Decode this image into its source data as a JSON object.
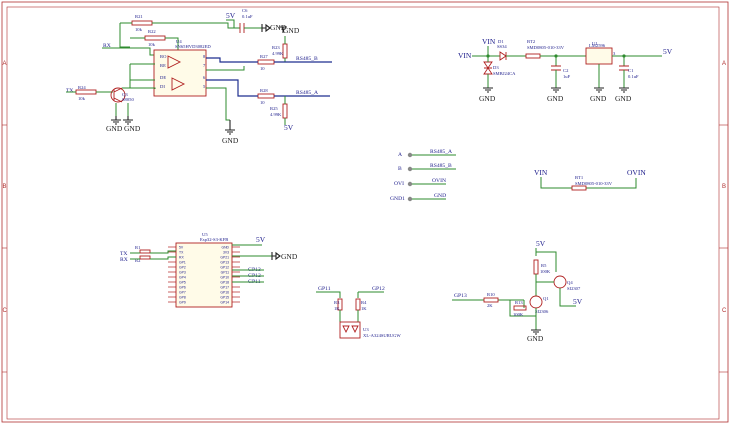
{
  "sheet": {
    "zones_left": [
      "A",
      "B",
      "C"
    ],
    "zones_right": [
      "A",
      "B",
      "C"
    ],
    "border_color": "#b03030",
    "wire_color": "#2e8b2e",
    "part_color": "#b02020",
    "text_color": "#1b1b8a"
  },
  "rs485": {
    "r21": {
      "ref": "R21",
      "val": "10k"
    },
    "r22": {
      "ref": "R22",
      "val": "10k"
    },
    "r24": {
      "ref": "R24",
      "val": "10k"
    },
    "q3": {
      "ref": "Q3",
      "val": "S8050"
    },
    "u4": {
      "ref": "U4",
      "val": "SN65HVD3082ED"
    },
    "c6": {
      "ref": "C6",
      "val": "0.1uF"
    },
    "r23": {
      "ref": "R23",
      "val": "4.99K"
    },
    "r25": {
      "ref": "R25",
      "val": "4.99K"
    },
    "r27": {
      "ref": "R27",
      "val": "10"
    },
    "r28": {
      "ref": "R28",
      "val": "10"
    },
    "rs485_b": "RS485_B",
    "rs485_a": "RS485_A",
    "rx": "RX",
    "tx": "TX",
    "v5": "5V",
    "gnd": "GND",
    "pins_left": [
      "RO",
      "RE",
      "DE",
      "DI"
    ],
    "pins_right": [
      "8",
      "7",
      "6",
      "5"
    ]
  },
  "power": {
    "vin": "VIN",
    "d1": {
      "ref": "D1",
      "val": "SS34"
    },
    "d3": {
      "ref": "D3",
      "val": "SMBJ24CA"
    },
    "bt2": {
      "ref": "BT2",
      "val": "SMD0805-010-33V"
    },
    "c2": {
      "ref": "C2",
      "val": "1uF"
    },
    "c1": {
      "ref": "C1",
      "val": "0.1uF"
    },
    "u1": {
      "ref": "U1",
      "val": "LM2596"
    },
    "u1_pin": "3",
    "v5": "5V",
    "gnd": "GND"
  },
  "connector": {
    "pins": [
      "A",
      "B",
      "OVI",
      "GND1"
    ],
    "nets": [
      "RS485_A",
      "RS485_B",
      "OVIN",
      "GND"
    ]
  },
  "fuse2": {
    "vin": "VIN",
    "bt1": {
      "ref": "BT1",
      "val": "SMD0805-010-33V"
    },
    "ovin": "OVIN"
  },
  "mcu": {
    "ref": "U5",
    "val": "Esp32-S3-KFB",
    "r1": "R1",
    "r2": "R2",
    "tx": "TX",
    "rx": "RX",
    "v5": "5V",
    "gnd": "GND",
    "gp": [
      "GP13",
      "GP12",
      "GP11"
    ],
    "left_pins": [
      "5V",
      "TX",
      "RX",
      "GP1",
      "GP2",
      "GP3",
      "GP4",
      "GP5",
      "GP6",
      "GP7",
      "GP8",
      "GP9"
    ],
    "right_pins": [
      "GND",
      "3V3",
      "GP21",
      "GP13",
      "GP12",
      "GP11",
      "GP10",
      "GP18",
      "GP17",
      "GP16",
      "GP15",
      "GP14"
    ]
  },
  "led": {
    "gp11": "GP11",
    "gp12": "GP12",
    "r3": {
      "ref": "R3",
      "val": "1K"
    },
    "r4": {
      "ref": "R4",
      "val": "1K"
    },
    "u3": {
      "ref": "U3",
      "val": "XL-A324SURUGW"
    }
  },
  "switch": {
    "v5_top": "5V",
    "r5": {
      "ref": "R5",
      "val": "100K"
    },
    "q4": {
      "ref": "Q4",
      "val": "SI2307"
    },
    "gp13": "GP13",
    "r10": {
      "ref": "R10",
      "val": "2K"
    },
    "r13": {
      "ref": "R13",
      "val": "100K"
    },
    "q1": {
      "ref": "Q1",
      "val": "SI2306"
    },
    "v5_right": "5V",
    "gnd": "GND"
  }
}
